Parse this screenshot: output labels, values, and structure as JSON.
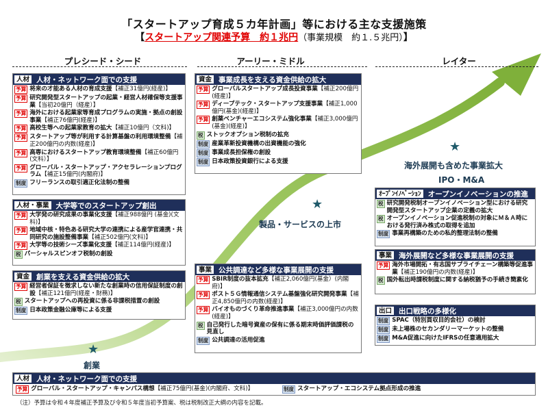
{
  "title": "「スタートアップ育成５カ年計画」等における主な支援施策",
  "subtitle": {
    "open": "【",
    "red": "スタートアップ関連予算　約１兆円",
    "gray": "（事業規模　約１.５兆円）",
    "close": "】"
  },
  "stages": {
    "pre_seed": "プレシード・シード",
    "early": "アーリー・ミドル",
    "later": "レイター"
  },
  "growth_labels": {
    "sogyo": "創業",
    "product": "製品・サービスの上市",
    "expand": "海外展開も含めた事業拡大",
    "ipo": "IPO・M&A"
  },
  "boxes": {
    "human": {
      "tag": "人材",
      "header": "人材・ネットワーク面での支援",
      "items": [
        {
          "badge": "予算",
          "text": "将来の才能ある人材の育成支援",
          "sub": "【補正31億円(経産)】"
        },
        {
          "badge": "予算",
          "text": "研究開発型スタートアップの起業・経営人材確保等支援事業",
          "sub": "【当初20億円（経産）】"
        },
        {
          "badge": "予算",
          "text": "海外における起業家等育成プログラムの実施・拠点の創設事業",
          "sub": "【補正76億円(経産)】"
        },
        {
          "badge": "予算",
          "text": "高校生等への起業家教育の拡大",
          "sub": "【補正10億円（文科)】"
        },
        {
          "badge": "予算",
          "text": "スタートアップ等が利用する計算基盤の利用環境整備",
          "sub": "【補正200億円の内数(経産)】"
        },
        {
          "badge": "予算",
          "text": "高専におけるスタートアップ教育環境整備",
          "sub": "【補正60億円(文科）】"
        },
        {
          "badge": "予算",
          "text": "グローバル・スタートアップ・アクセラレーションプログラム",
          "sub": "【補正15億円(内閣府)】"
        },
        {
          "badge": "制度",
          "text": "フリーランスの取引適正化法制の整備",
          "sub": ""
        }
      ]
    },
    "univ": {
      "tag": "人材・事業",
      "header": "大学等でのスタートアップ創出",
      "items": [
        {
          "badge": "予算",
          "text": "大学発の研究成果の事業化支援",
          "sub": "【補正988億円 (基金)(文科)】"
        },
        {
          "badge": "予算",
          "text": "地域中核・特色ある研究大学の連携による産学官連携・共同研究の施設整備事業",
          "sub": "【補正502億円(文科)】"
        },
        {
          "badge": "予算",
          "text": "大学等の技術シーズ事業化支援",
          "sub": "【補正114億円(経産)】"
        },
        {
          "badge": "税",
          "text": "パーシャルスピンオフ税制の創設",
          "sub": ""
        }
      ]
    },
    "fund_early": {
      "tag": "資金",
      "header": "創業を支える資金供給の拡大",
      "items": [
        {
          "badge": "予算",
          "text": "経営者保証を徴求しない新たな創業時の信用保証制度の創設",
          "sub": "【補正121億円(経産・財務)】"
        },
        {
          "badge": "税",
          "text": "スタートアップへの再投資に係る非課税措置の創設",
          "sub": ""
        },
        {
          "badge": "制度",
          "text": "日本政策金融公庫等による支援",
          "sub": ""
        }
      ]
    },
    "fund_mid": {
      "tag": "資金",
      "header": "事業成長を支える資金供給の拡大",
      "items": [
        {
          "badge": "予算",
          "text": "グローバルスタートアップ成長投資事業",
          "sub": "【補正200億円(経産)】"
        },
        {
          "badge": "予算",
          "text": "ディープテック・スタートアップ支援事業",
          "sub": "【補正1,000億円(基金)(経産)】"
        },
        {
          "badge": "予算",
          "text": "創薬ベンチャーエコシステム強化事業",
          "sub": "【補正3,000億円(基金)(経産)】"
        },
        {
          "badge": "税",
          "text": "ストックオプション税制の拡充",
          "sub": ""
        },
        {
          "badge": "制度",
          "text": "産業革新投資機構の出資機能の強化",
          "sub": ""
        },
        {
          "badge": "制度",
          "text": "事業成長担保権の創設",
          "sub": ""
        },
        {
          "badge": "制度",
          "text": "日本政策投資銀行による支援",
          "sub": ""
        }
      ]
    },
    "public": {
      "tag": "事業",
      "header": "公共調達など多様な事業展開の支援",
      "items": [
        {
          "badge": "予算",
          "text": "SBIR制度の抜本拡充",
          "sub": "【補正2,060億円(基金）(内閣府)】"
        },
        {
          "badge": "予算",
          "text": "ポスト５Ｇ情報通信システム基盤強化研究開発事業",
          "sub": "【補正4,850億円の内数(経産)】"
        },
        {
          "badge": "予算",
          "text": "バイオものづくり革命推進事業",
          "sub": "【補正3,000億円の内数(経産)】"
        },
        {
          "badge": "税",
          "text": "自己発行した暗号資産の保有に係る期末時価評価課税の見直し",
          "sub": ""
        },
        {
          "badge": "制度",
          "text": "公共調達の活用促進",
          "sub": ""
        }
      ]
    },
    "open_inno": {
      "tag": "ｵｰﾌﾟﾝｲﾉﾍﾞｰｼｮﾝ",
      "header": "オープンイノベーションの推進",
      "items": [
        {
          "badge": "税",
          "text": "研究開発税制オープンイノベーション型における研究開発型スタートアップ企業の定義の拡大",
          "sub": ""
        },
        {
          "badge": "税",
          "text": "オープンイノベーション促進税制の対象にＭ＆Ａ時における発行済み株式の取得を追加",
          "sub": ""
        },
        {
          "badge": "制度",
          "text": "事業再構築のための私的整理法制の整備",
          "sub": ""
        }
      ]
    },
    "overseas": {
      "tag": "事業",
      "header": "海外展開など多様な事業展開の支援",
      "items": [
        {
          "badge": "予算",
          "text": "海外市場開拓・有志国サプライチェーン構築等促進事業",
          "sub": "【補正190億円の内数(経産)】"
        },
        {
          "badge": "税",
          "text": "国外転出時課税制度に関する納税猶予の手続き簡素化",
          "sub": ""
        }
      ]
    },
    "exit": {
      "tag": "出口",
      "header": "出口戦略の多様化",
      "items": [
        {
          "badge": "制度",
          "text": "SPAC（特別買収目的会社）の検討",
          "sub": ""
        },
        {
          "badge": "制度",
          "text": "未上場株のセカンダリーマーケットの整備",
          "sub": ""
        },
        {
          "badge": "制度",
          "text": "M&A促進に向けたIFRSの任意適用拡大",
          "sub": ""
        }
      ]
    },
    "bottom": {
      "tag": "人材",
      "header": "人材・ネットワーク面での支援",
      "items": [
        {
          "badge": "予算",
          "text": "グローバル・スタートアップ・キャンパス構想",
          "sub": "【補正75億円(基金)(内閣府、文科)】"
        },
        {
          "badge": "制度",
          "text": "スタートアップ・エコシステム拠点形成の推進",
          "sub": ""
        }
      ]
    }
  },
  "note": "（注）予算は令和４年度補正予算及び令和５年度当初予算案、税は税制改正大綱の内容を記載。",
  "colors": {
    "header": "#1f2f5a",
    "arrow": "#8dbb45",
    "red": "#e00000"
  }
}
